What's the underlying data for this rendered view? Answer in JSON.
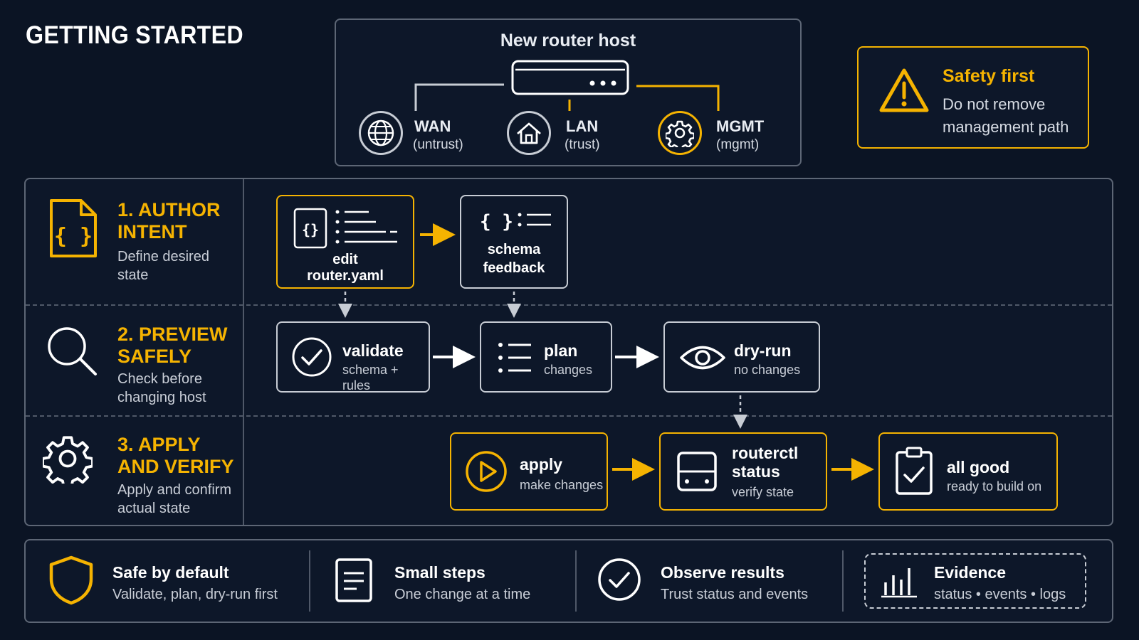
{
  "title": "GETTING STARTED",
  "host": {
    "title": "New router host",
    "wan": {
      "label": "WAN",
      "sub": "(untrust)"
    },
    "lan": {
      "label": "LAN",
      "sub": "(trust)"
    },
    "mgmt": {
      "label": "MGMT",
      "sub": "(mgmt)"
    }
  },
  "safety": {
    "title": "Safety first",
    "body": "Do not remove management path"
  },
  "stages": [
    {
      "heading": "1. AUTHOR INTENT",
      "desc": "Define desired state"
    },
    {
      "heading": "2. PREVIEW SAFELY",
      "desc": "Check before changing host"
    },
    {
      "heading": "3. APPLY AND VERIFY",
      "desc": "Apply and confirm actual state"
    }
  ],
  "steps": {
    "edit": {
      "line1": "edit",
      "line2": "router.yaml"
    },
    "schema": {
      "line1": "schema",
      "line2": "feedback"
    },
    "validate": {
      "title": "validate",
      "sub": "schema + rules"
    },
    "plan": {
      "title": "plan",
      "sub": "changes"
    },
    "dryrun": {
      "title": "dry-run",
      "sub": "no changes"
    },
    "apply": {
      "title": "apply",
      "sub": "make changes"
    },
    "status": {
      "line1": "routerctl",
      "line2": "status",
      "sub": "verify state"
    },
    "allgood": {
      "title": "all good",
      "sub": "ready to build on"
    }
  },
  "footer": [
    {
      "title": "Safe by default",
      "sub": "Validate, plan, dry-run first"
    },
    {
      "title": "Small steps",
      "sub": "One change at a time"
    },
    {
      "title": "Observe results",
      "sub": "Trust status and events"
    },
    {
      "title": "Evidence",
      "sub": "status • events • logs"
    }
  ],
  "colors": {
    "accent": "#f5b301",
    "background": "#0b1424",
    "border": "#5d6675"
  }
}
